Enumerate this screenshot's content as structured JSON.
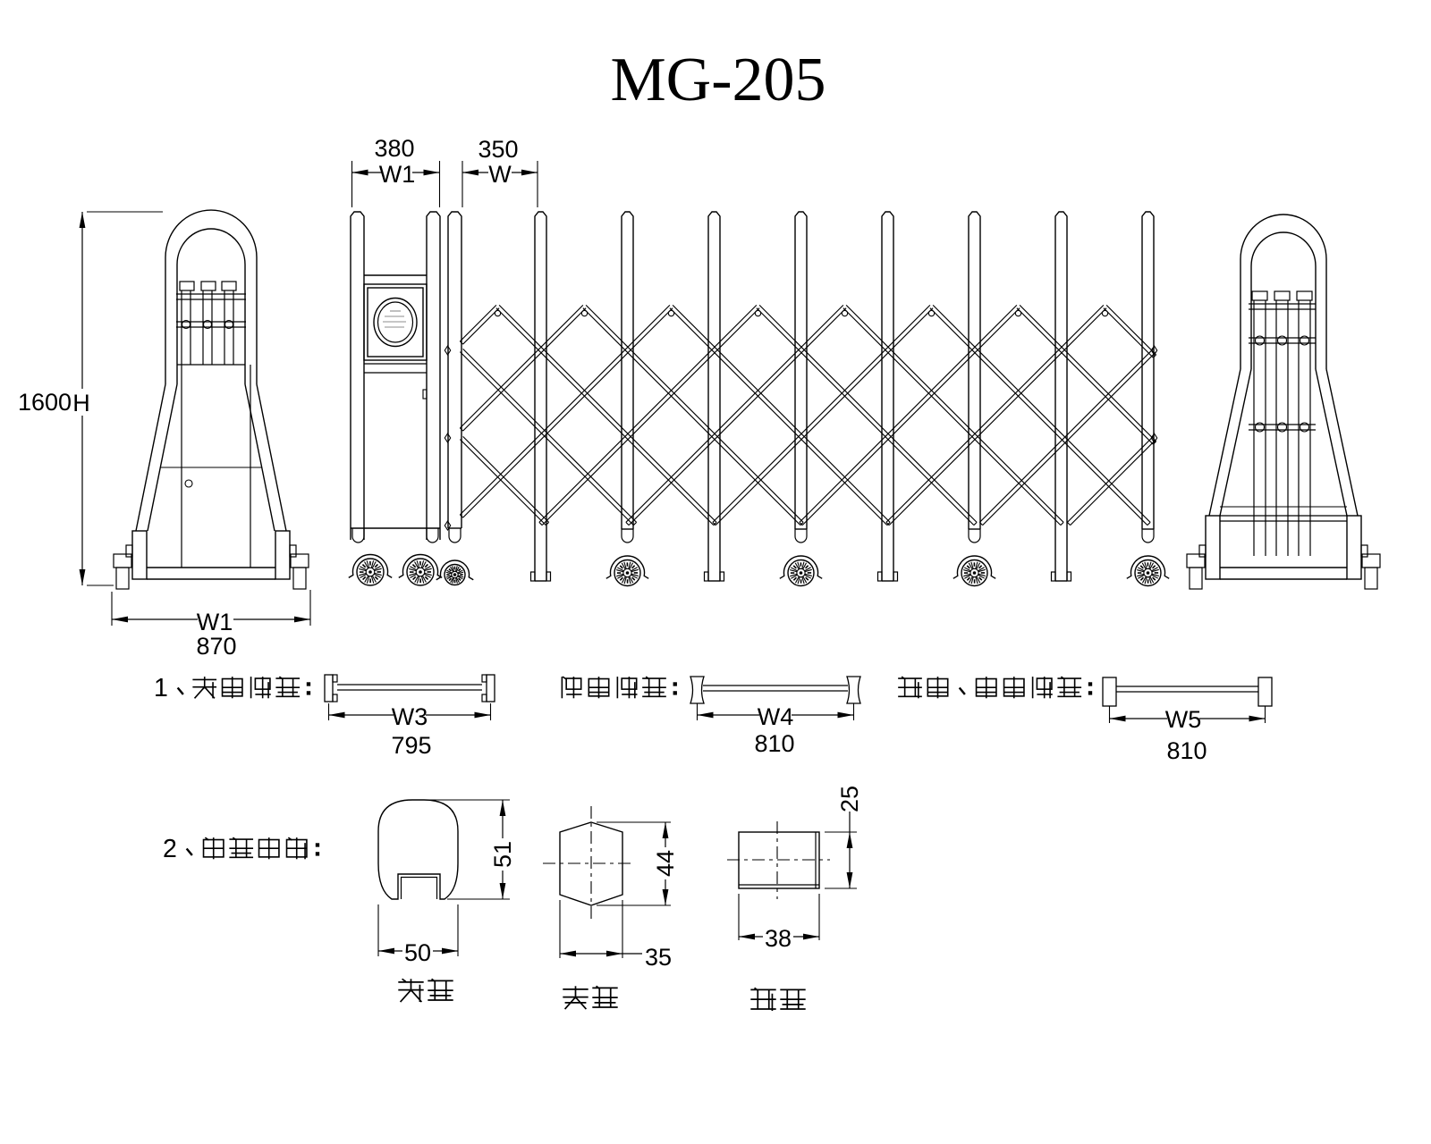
{
  "title": "MG-205",
  "top_dims": {
    "post_width_value": "380",
    "post_width_label": "W1",
    "bay_width_value": "350",
    "bay_width_label": "W"
  },
  "left_view": {
    "height_value": "1600",
    "height_label": "H",
    "base_width_label": "W1",
    "base_width_value": "870"
  },
  "rows": [
    {
      "label": "1、路轨轮距:",
      "dim_label": "W3",
      "value": "795"
    },
    {
      "label": "角轨轮距:",
      "dim_label": "W4",
      "value": "810"
    },
    {
      "label": "单轨、无轨轮距:",
      "dim_label": "W5",
      "value": "810"
    }
  ],
  "materials": {
    "label": "2、材料规格:",
    "items": [
      {
        "name": "主料",
        "width": "50",
        "height": "51"
      },
      {
        "name": "副料",
        "width": "35",
        "height": "44"
      },
      {
        "name": "底梁",
        "width": "38",
        "height": "25"
      }
    ]
  }
}
